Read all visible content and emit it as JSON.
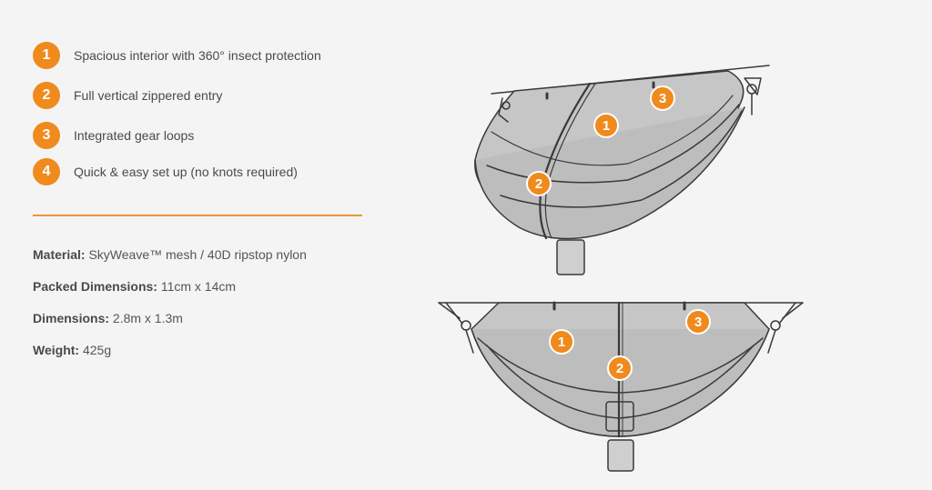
{
  "features": [
    {
      "number": "1",
      "text": "Spacious interior with 360° insect protection"
    },
    {
      "number": "2",
      "text": "Full vertical zippered entry"
    },
    {
      "number": "3",
      "text": "Integrated gear loops"
    },
    {
      "number": "4",
      "text": "Quick & easy set up (no knots required)"
    }
  ],
  "specs": [
    {
      "label": "Material:",
      "value": "SkyWeave™ mesh / 40D ripstop nylon"
    },
    {
      "label": "Packed Dimensions:",
      "value": "11cm x 14cm"
    },
    {
      "label": "Dimensions:",
      "value": "2.8m x 1.3m"
    },
    {
      "label": "Weight:",
      "value": "425g"
    }
  ],
  "diagram": {
    "top_view_callouts": [
      "1",
      "2",
      "3"
    ],
    "side_view_callouts": [
      "1",
      "2",
      "3"
    ]
  },
  "colors": {
    "accent": "#f08a1d",
    "divider": "#e8963a",
    "net_fill": "#c6c6c6",
    "outline": "#3a3a3a"
  }
}
